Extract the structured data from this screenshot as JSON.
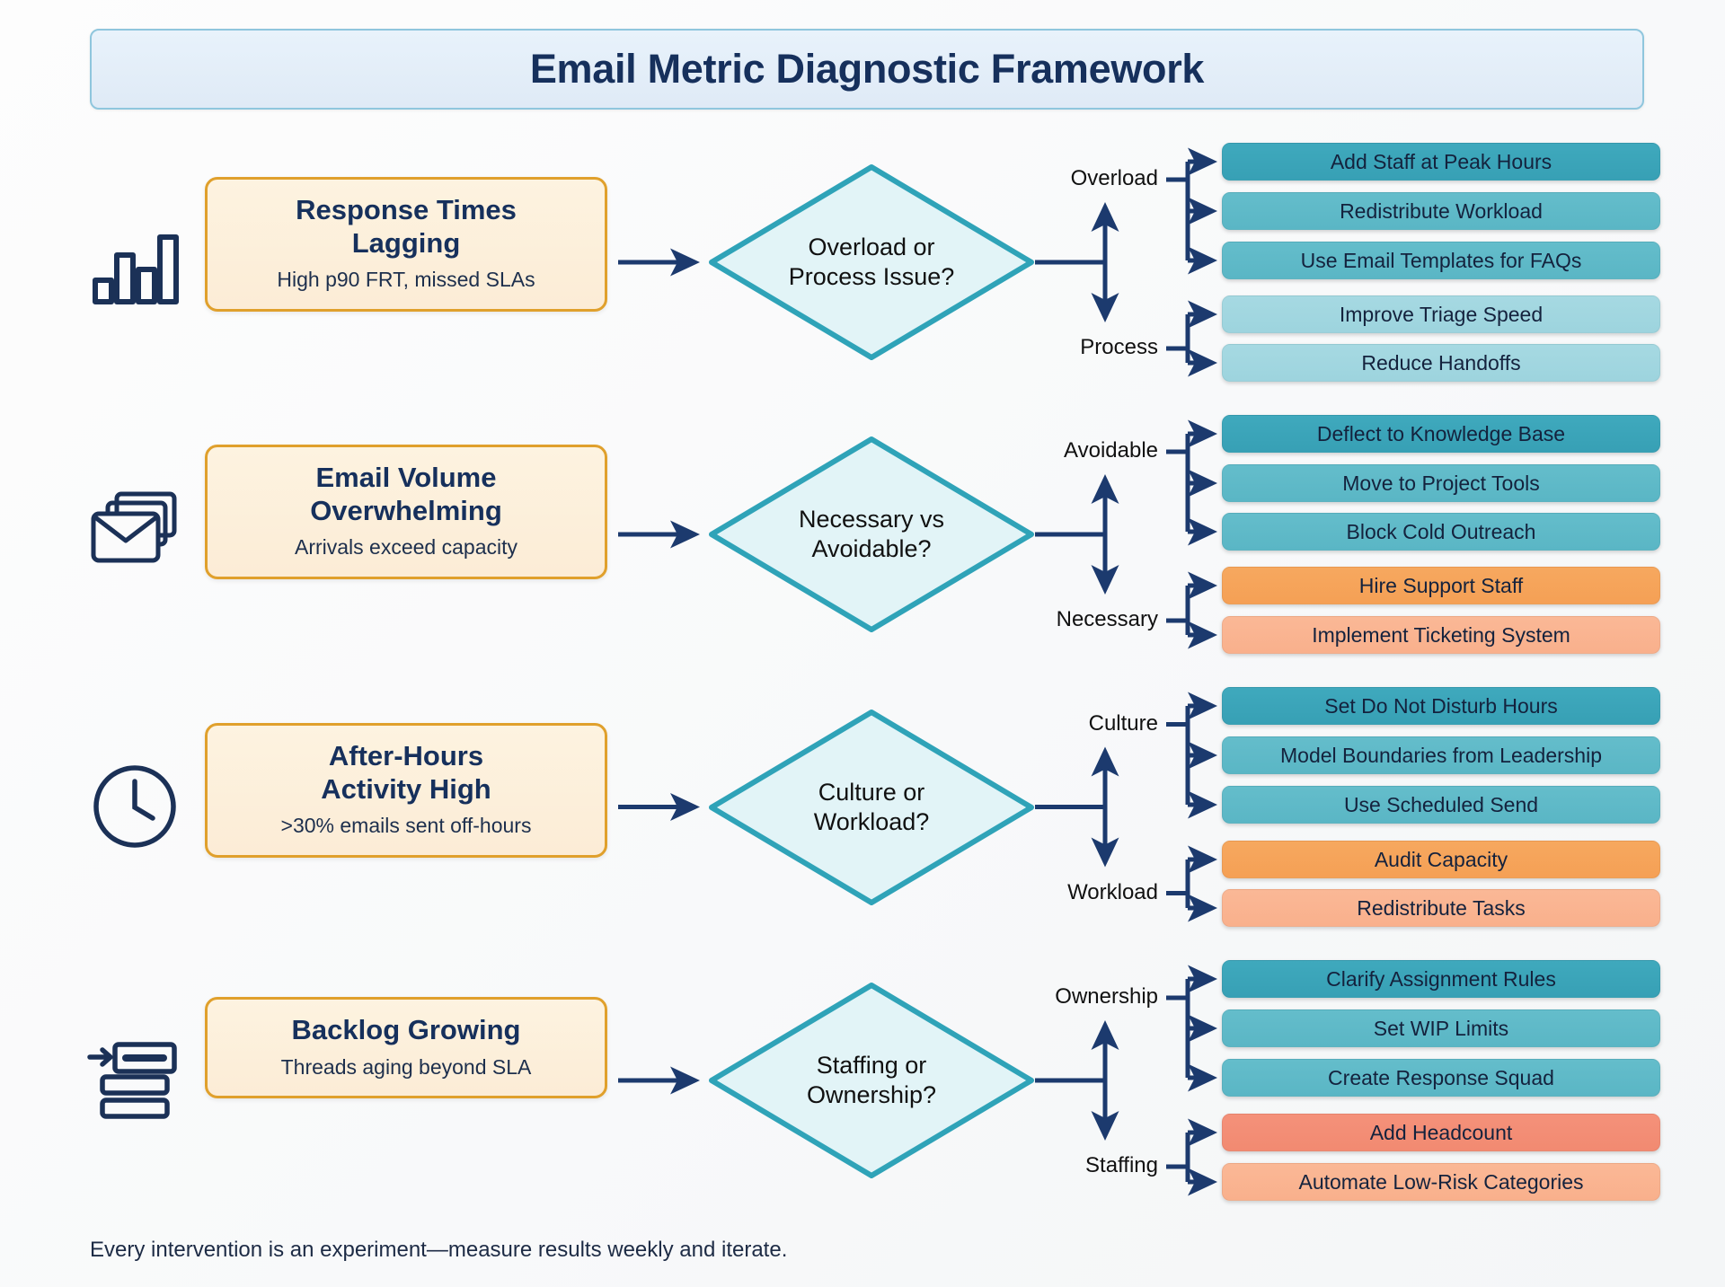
{
  "header": {
    "title": "Email Metric Diagnostic Framework"
  },
  "footer": {
    "note": "Every intervention is an experiment—measure results weekly and iterate."
  },
  "colors": {
    "title_text": "#16305c",
    "banner_bg": "#e8f2fb",
    "banner_border": "#8fc6dd",
    "card_bg": "#fdf3e0",
    "card_border": "#e0a02c",
    "diamond_fill": "#e2f4f7",
    "diamond_stroke": "#2fa3b8",
    "connector": "#1c3a6e",
    "teal_dark": "#3fa9bd",
    "teal_mid": "#64bdcb",
    "teal_light": "#a6d9e2",
    "orange": "#f6a85f",
    "peach": "#fab896",
    "salmon": "#f4917a"
  },
  "rows": [
    {
      "icon": "bar-chart-icon",
      "problem": {
        "title_line1": "Response Times",
        "title_line2": "Lagging",
        "subtitle": "High p90 FRT, missed SLAs"
      },
      "decision": {
        "line1": "Overload or",
        "line2": "Process Issue?"
      },
      "branches": [
        {
          "label": "Overload",
          "actions": [
            {
              "text": "Add Staff at Peak Hours",
              "color": "c-teal-dark"
            },
            {
              "text": "Redistribute Workload",
              "color": "c-teal-mid"
            },
            {
              "text": "Use Email Templates for FAQs",
              "color": "c-teal-mid"
            }
          ]
        },
        {
          "label": "Process",
          "actions": [
            {
              "text": "Improve Triage Speed",
              "color": "c-teal-light"
            },
            {
              "text": "Reduce Handoffs",
              "color": "c-teal-light"
            }
          ]
        }
      ]
    },
    {
      "icon": "envelopes-icon",
      "problem": {
        "title_line1": "Email Volume",
        "title_line2": "Overwhelming",
        "subtitle": "Arrivals exceed capacity"
      },
      "decision": {
        "line1": "Necessary vs",
        "line2": "Avoidable?"
      },
      "branches": [
        {
          "label": "Avoidable",
          "actions": [
            {
              "text": "Deflect to Knowledge Base",
              "color": "c-teal-dark"
            },
            {
              "text": "Move to Project Tools",
              "color": "c-teal-mid"
            },
            {
              "text": "Block Cold Outreach",
              "color": "c-teal-mid"
            }
          ]
        },
        {
          "label": "Necessary",
          "actions": [
            {
              "text": "Hire Support Staff",
              "color": "c-orange"
            },
            {
              "text": "Implement Ticketing System",
              "color": "c-peach"
            }
          ]
        }
      ]
    },
    {
      "icon": "clock-icon",
      "problem": {
        "title_line1": "After-Hours",
        "title_line2": "Activity High",
        "subtitle": ">30% emails sent off-hours"
      },
      "decision": {
        "line1": "Culture or",
        "line2": "Workload?"
      },
      "branches": [
        {
          "label": "Culture",
          "actions": [
            {
              "text": "Set Do Not Disturb Hours",
              "color": "c-teal-dark"
            },
            {
              "text": "Model Boundaries from Leadership",
              "color": "c-teal-mid"
            },
            {
              "text": "Use Scheduled Send",
              "color": "c-teal-mid"
            }
          ]
        },
        {
          "label": "Workload",
          "actions": [
            {
              "text": "Audit Capacity",
              "color": "c-orange"
            },
            {
              "text": "Redistribute Tasks",
              "color": "c-peach"
            }
          ]
        }
      ]
    },
    {
      "icon": "backlog-icon",
      "problem": {
        "title_line1": "Backlog Growing",
        "title_line2": "",
        "subtitle": "Threads aging beyond SLA"
      },
      "decision": {
        "line1": "Staffing or",
        "line2": "Ownership?"
      },
      "branches": [
        {
          "label": "Ownership",
          "actions": [
            {
              "text": "Clarify Assignment Rules",
              "color": "c-teal-dark"
            },
            {
              "text": "Set WIP Limits",
              "color": "c-teal-mid"
            },
            {
              "text": "Create Response Squad",
              "color": "c-teal-mid"
            }
          ]
        },
        {
          "label": "Staffing",
          "actions": [
            {
              "text": "Add Headcount",
              "color": "c-salmon"
            },
            {
              "text": "Automate Low-Risk Categories",
              "color": "c-peach"
            }
          ]
        }
      ]
    }
  ]
}
